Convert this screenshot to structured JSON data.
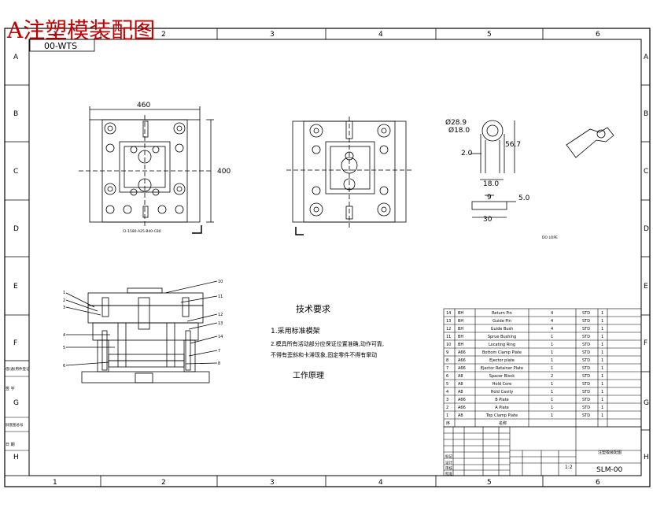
{
  "header_title": "A注塑模装配图",
  "drawing_code": "00-WTS",
  "grid": {
    "columns": [
      "1",
      "2",
      "3",
      "4",
      "5",
      "6"
    ],
    "rows": [
      "A",
      "B",
      "C",
      "D",
      "E",
      "F",
      "G",
      "H"
    ]
  },
  "top_view": {
    "width_dim": "460",
    "height_dim": "400",
    "caption": "CI-1580-A25-B40-C80"
  },
  "part_detail": {
    "dia_outer": "Ø28.9",
    "dia_inner": "Ø18.0",
    "dim_2": "2.0",
    "dim_56": "56.7",
    "dim_18": "18.0",
    "dim_9": "9",
    "dim_5": "5.0",
    "dim_30": "30",
    "note": "DO LOPE"
  },
  "balloons": {
    "left": [
      "1",
      "2",
      "3",
      "4",
      "5",
      "6"
    ],
    "right": [
      "10",
      "11",
      "12",
      "13",
      "14",
      "7",
      "8"
    ]
  },
  "tech_requirements": {
    "title": "技术要求",
    "item1": "1.采用标准模架",
    "item2": "2.模具所有活动部分应保证位置准确,动作可靠,",
    "item3": "不得有歪斜和卡滞现象,固定零件不得有窜动",
    "principle": "工作原理"
  },
  "bom": {
    "rows": [
      {
        "no": "14",
        "code": "BH",
        "name": "Return Pin",
        "qty": "4",
        "std": "STD",
        "n": "1"
      },
      {
        "no": "13",
        "code": "BH",
        "name": "Guide Pin",
        "qty": "4",
        "std": "STD",
        "n": "1"
      },
      {
        "no": "12",
        "code": "BH",
        "name": "Guide Bush",
        "qty": "4",
        "std": "STD",
        "n": "1"
      },
      {
        "no": "11",
        "code": "BH",
        "name": "Sprue Bushing",
        "qty": "1",
        "std": "STD",
        "n": "1"
      },
      {
        "no": "10",
        "code": "BH",
        "name": "Locating Ring",
        "qty": "1",
        "std": "STD",
        "n": "1"
      },
      {
        "no": "9",
        "code": "A66",
        "name": "Bottom Clamp Plate",
        "qty": "1",
        "std": "STD",
        "n": "1"
      },
      {
        "no": "8",
        "code": "A66",
        "name": "Ejector plate",
        "qty": "1",
        "std": "STD",
        "n": "1"
      },
      {
        "no": "7",
        "code": "A66",
        "name": "Ejector Retainer Plate",
        "qty": "1",
        "std": "STD",
        "n": "1"
      },
      {
        "no": "6",
        "code": "A8",
        "name": "Spacer Block",
        "qty": "2",
        "std": "STD",
        "n": "1"
      },
      {
        "no": "5",
        "code": "A8",
        "name": "Hold Core",
        "qty": "1",
        "std": "STD",
        "n": "1"
      },
      {
        "no": "4",
        "code": "A8",
        "name": "Hold Cavity",
        "qty": "1",
        "std": "STD",
        "n": "1"
      },
      {
        "no": "3",
        "code": "A66",
        "name": "B Plate",
        "qty": "1",
        "std": "STD",
        "n": "1"
      },
      {
        "no": "2",
        "code": "A66",
        "name": "A Plate",
        "qty": "1",
        "std": "STD",
        "n": "1"
      },
      {
        "no": "1",
        "code": "A8",
        "name": "Top Clamp Plate",
        "qty": "1",
        "std": "STD",
        "n": "1"
      }
    ],
    "header_no": "序",
    "header_name": "名称"
  },
  "title_block": {
    "drawing_name": "注塑模装配图",
    "drawing_number": "SLM-00",
    "scale": "1:2",
    "row_labels": [
      "标记",
      "设计",
      "审核",
      "批准"
    ]
  },
  "side_labels": [
    "借(通)用件登记",
    "旧底图总号",
    "签 字",
    "日 期"
  ],
  "colors": {
    "title_red": "#c00000",
    "line": "#000000"
  }
}
